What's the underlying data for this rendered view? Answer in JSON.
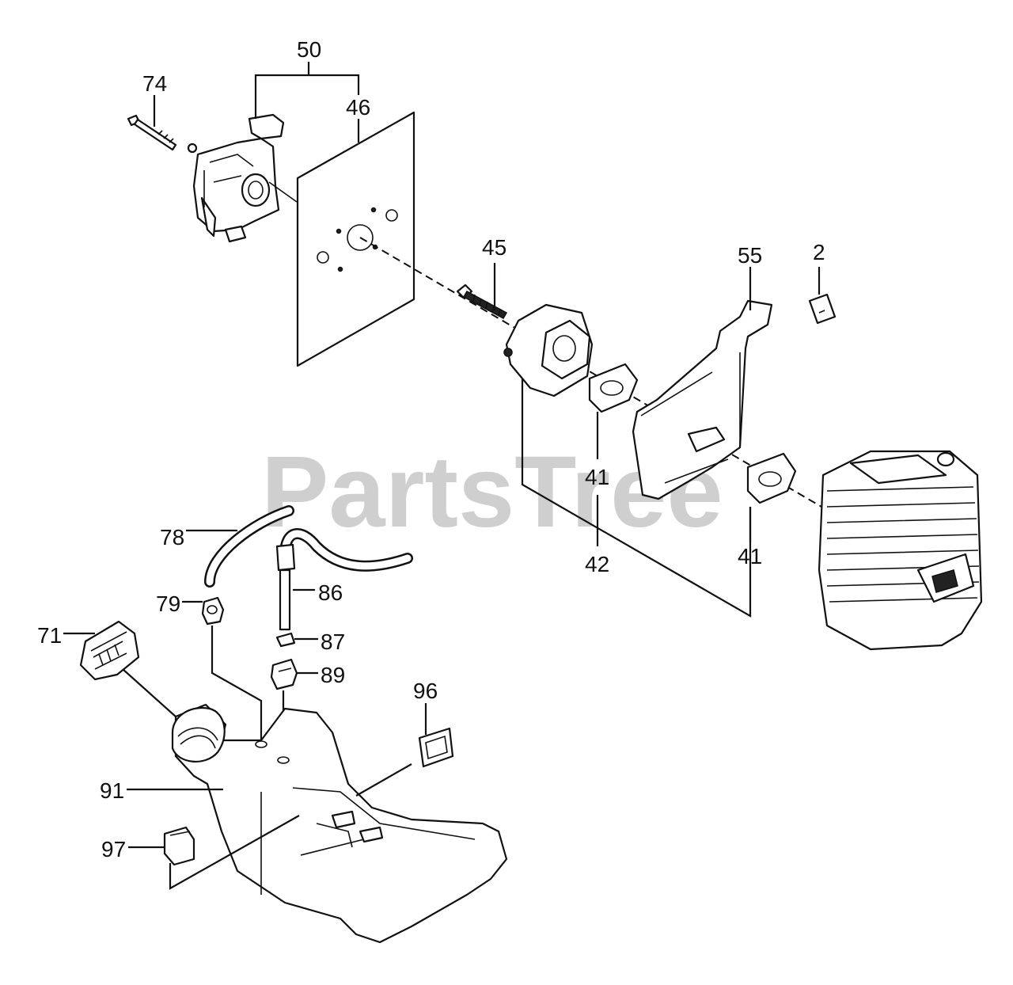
{
  "watermark": "PartsTree",
  "callouts": [
    {
      "id": "50",
      "label": "50"
    },
    {
      "id": "74",
      "label": "74"
    },
    {
      "id": "46",
      "label": "46"
    },
    {
      "id": "45",
      "label": "45"
    },
    {
      "id": "55",
      "label": "55"
    },
    {
      "id": "2",
      "label": "2"
    },
    {
      "id": "41a",
      "label": "41"
    },
    {
      "id": "42",
      "label": "42"
    },
    {
      "id": "41b",
      "label": "41"
    },
    {
      "id": "78",
      "label": "78"
    },
    {
      "id": "79",
      "label": "79"
    },
    {
      "id": "86",
      "label": "86"
    },
    {
      "id": "71",
      "label": "71"
    },
    {
      "id": "87",
      "label": "87"
    },
    {
      "id": "89",
      "label": "89"
    },
    {
      "id": "96",
      "label": "96"
    },
    {
      "id": "91",
      "label": "91"
    },
    {
      "id": "97",
      "label": "97"
    }
  ]
}
